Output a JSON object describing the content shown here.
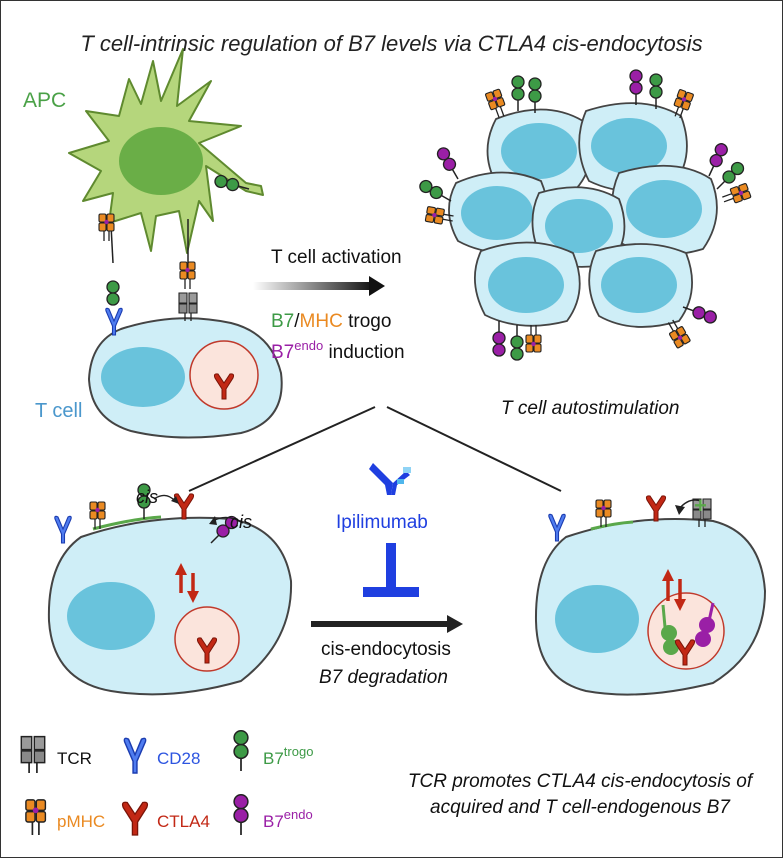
{
  "title": "T cell-intrinsic regulation of B7 levels via CTLA4 cis-endocytosis",
  "labels": {
    "apc": "APC",
    "t_cell": "T cell",
    "activation": "T cell activation",
    "trogo_b7": "B7",
    "trogo_slash": "/",
    "trogo_mhc": "MHC",
    "trogo_word": "trogo",
    "endo_b7": "B7",
    "endo_sup": "endo",
    "endo_word": "induction",
    "autostimulation": "T cell autostimulation",
    "ipilimumab": "Ipilimumab",
    "cis_endocytosis": "cis-endocytosis",
    "b7_degradation": "B7 degradation",
    "cis_left": "cis",
    "cis_right": "cis",
    "plus": "+"
  },
  "legend": {
    "tcr": "TCR",
    "cd28": "CD28",
    "b7_trogo_base": "B7",
    "b7_trogo_sup": "trogo",
    "pmhc": "pMHC",
    "ctla4": "CTLA4",
    "b7_endo_base": "B7",
    "b7_endo_sup": "endo"
  },
  "summary": "TCR promotes CTLA4 cis-endocytosis of acquired and T cell-endogenous B7",
  "colors": {
    "apc_fill": "#b5d67c",
    "apc_nucleus": "#6aae47",
    "tcell_fill": "#cfeef7",
    "nucleus": "#69c3dc",
    "vesicle_fill": "#fbe4dc",
    "vesicle_stroke": "#c0392b",
    "b7_trogo": "#3d9a46",
    "b7_endo": "#9a1fa6",
    "pmhc": "#ea8a22",
    "cd28": "#2d55e0",
    "ctla4": "#c22815",
    "tcr": "#8a8a8a",
    "ipilimumab": "#1f3fe0"
  }
}
